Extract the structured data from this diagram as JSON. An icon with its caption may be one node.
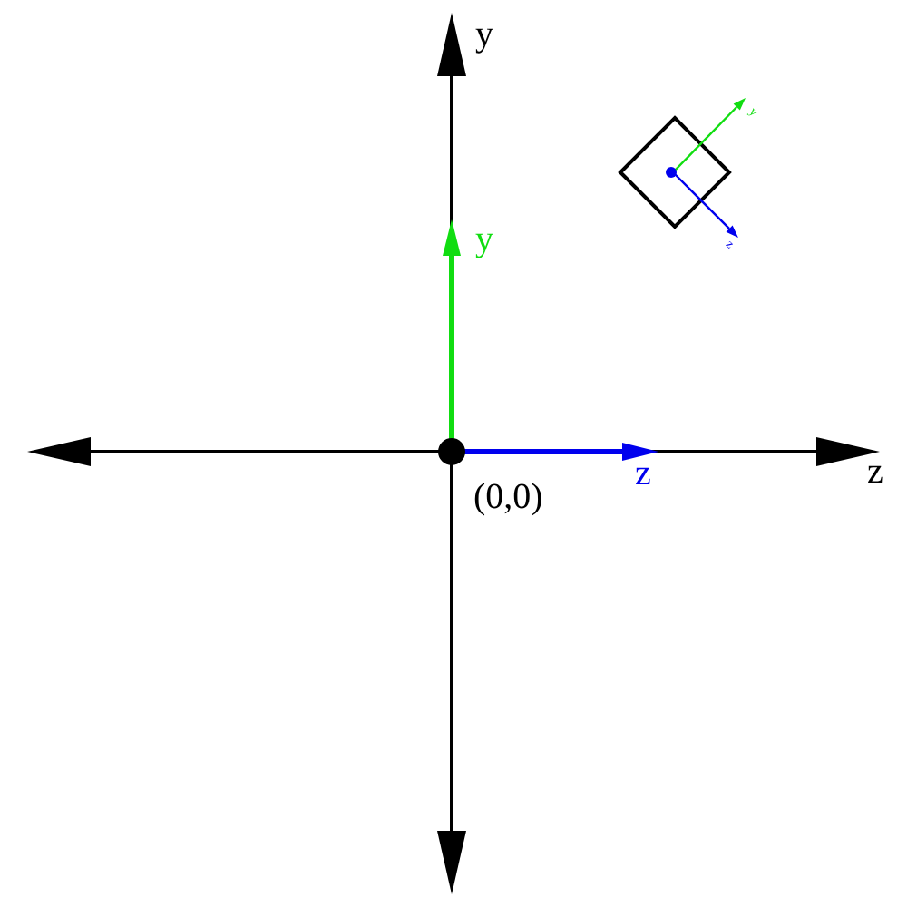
{
  "diagram": {
    "labels": [
      "y",
      "y",
      "y",
      "z",
      "z",
      "z",
      "(0,0)"
    ]
  }
}
